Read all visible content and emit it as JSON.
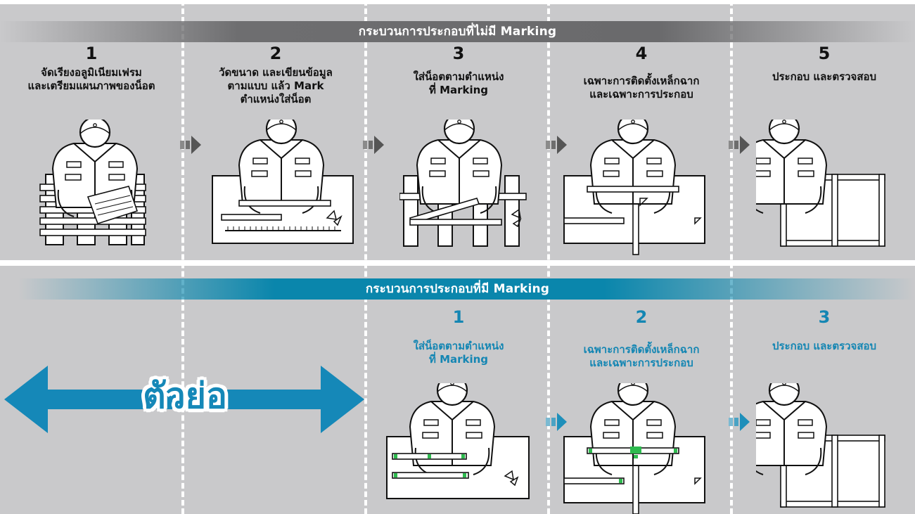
{
  "top_section": {
    "title": "กระบวนการประกอบที่ไม่มี Marking",
    "steps": [
      {
        "number": "1",
        "lines": [
          "จัดเรียงอลูมิเนียมเฟรม",
          "และเตรียมแผนภาพของน็อต"
        ]
      },
      {
        "number": "2",
        "lines": [
          "วัดขนาด และเขียนข้อมูล",
          "ตามแบบ แล้ว Mark",
          "ตำแหน่งใส่น็อต"
        ]
      },
      {
        "number": "3",
        "lines": [
          "ใส่น็อตตามตำแหน่ง",
          "ที่ Marking"
        ]
      },
      {
        "number": "4",
        "lines": [
          "เฉพาะการติดตั้งเหล็กฉาก",
          "และเฉพาะการประกอบ"
        ]
      },
      {
        "number": "5",
        "lines": [
          "ประกอบ และตรวจสอบ"
        ]
      }
    ]
  },
  "bottom_section": {
    "title": "กระบวนการประกอบที่มี Marking",
    "shortcut_label": "ตัวย่อ",
    "steps": [
      {
        "number": "1",
        "lines": [
          "ใส่น็อตตามตำแหน่ง",
          "ที่ Marking"
        ]
      },
      {
        "number": "2",
        "lines": [
          "เฉพาะการติดตั้งเหล็กฉาก",
          "และเฉพาะการประกอบ"
        ]
      },
      {
        "number": "3",
        "lines": [
          "ประกอบ และตรวจสอบ"
        ]
      }
    ]
  },
  "colors": {
    "panel_gray": "#c9c9cb",
    "banner_gray": "#6e6e70",
    "banner_blue": "#0a86ac",
    "accent_blue": "#1486b3",
    "marking_green": "#2dbb4e"
  }
}
